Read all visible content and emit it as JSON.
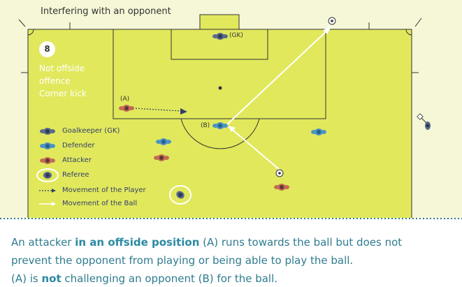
{
  "title": "Interfering with an opponent",
  "badge_number": "8",
  "situation_lines": [
    "Not offside",
    "offence",
    "Corner kick"
  ],
  "pitch_labels": {
    "goalkeeper": "(GK)",
    "defender": "(B)",
    "attacker": "(A)"
  },
  "legend": [
    {
      "label": "Goalkeeper (GK)",
      "icon": "goalkeeper-icon"
    },
    {
      "label": "Defender",
      "icon": "defender-icon"
    },
    {
      "label": "Attacker",
      "icon": "attacker-icon"
    },
    {
      "label": "Referee",
      "icon": "referee-icon"
    },
    {
      "label": "Movement of the Player",
      "icon": "dotted-arrow-icon"
    },
    {
      "label": "Movement of the Ball",
      "icon": "solid-arrow-icon"
    }
  ],
  "caption": {
    "line1_pre": "An attacker ",
    "line1_bold": "in an offside position",
    "line1_post": " (A) runs towards the ball but does not",
    "line2": "prevent the opponent from playing or being able to play the ball.",
    "line3_pre": "(A) is ",
    "line3_bold": "not",
    "line3_post": " challenging an opponent (B) for the ball."
  },
  "colors": {
    "pitch": "#e1e85c",
    "pitch_outer": "#f6f7d7",
    "lines": "#333333",
    "goalkeeper": "#5a6a8c",
    "defender": "#4a93c6",
    "attacker": "#c46a55",
    "caption": "#2f7c8f"
  }
}
